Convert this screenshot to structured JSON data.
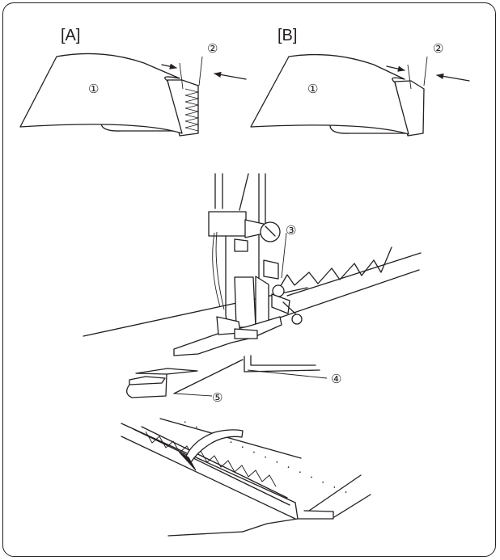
{
  "panels": {
    "a": "[A]",
    "b": "[B]"
  },
  "callouts": {
    "fabric_a": "①",
    "width_a": "②",
    "fabric_b": "①",
    "width_b": "②",
    "guide": "③",
    "foot_guide": "④",
    "fold": "⑤"
  },
  "icons": [
    "zigzag-edge",
    "blind-hem-foot",
    "fold-arrow"
  ],
  "colors": {
    "ink": "#231f20",
    "paper": "#ffffff"
  }
}
